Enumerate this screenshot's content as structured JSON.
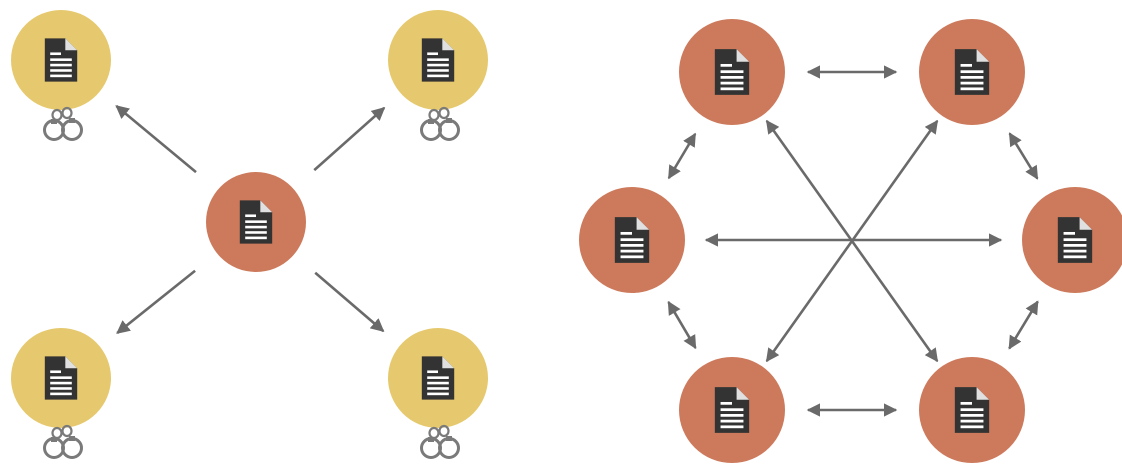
{
  "colors": {
    "background": "#ffffff",
    "source_node": "#cd7a5c",
    "locked_node": "#e6c96e",
    "document_icon": "#333333",
    "document_lines": "#ffffff",
    "arrow": "#6a6a6a",
    "lock_icon": "#7a7a7a"
  },
  "icons": {
    "document": "document-icon",
    "lock": "handcuffs-lock-icon"
  },
  "left_diagram": {
    "center_node": {
      "kind": "document",
      "color": "source_node"
    },
    "outer_nodes": [
      {
        "id": "top-left",
        "kind": "document",
        "color": "locked_node",
        "locked": true
      },
      {
        "id": "top-right",
        "kind": "document",
        "color": "locked_node",
        "locked": true
      },
      {
        "id": "bottom-left",
        "kind": "document",
        "color": "locked_node",
        "locked": true
      },
      {
        "id": "bottom-right",
        "kind": "document",
        "color": "locked_node",
        "locked": true
      }
    ],
    "edges": [
      {
        "from": "center",
        "to": "top-left",
        "direction": "one-way"
      },
      {
        "from": "center",
        "to": "top-right",
        "direction": "one-way"
      },
      {
        "from": "center",
        "to": "bottom-left",
        "direction": "one-way"
      },
      {
        "from": "center",
        "to": "bottom-right",
        "direction": "one-way"
      }
    ]
  },
  "right_diagram": {
    "nodes": [
      {
        "id": "top-left",
        "kind": "document",
        "color": "source_node"
      },
      {
        "id": "top-right",
        "kind": "document",
        "color": "source_node"
      },
      {
        "id": "left",
        "kind": "document",
        "color": "source_node"
      },
      {
        "id": "right",
        "kind": "document",
        "color": "source_node"
      },
      {
        "id": "bottom-left",
        "kind": "document",
        "color": "source_node"
      },
      {
        "id": "bottom-right",
        "kind": "document",
        "color": "source_node"
      }
    ],
    "edges": [
      {
        "from": "top-left",
        "to": "top-right",
        "direction": "two-way"
      },
      {
        "from": "top-right",
        "to": "right",
        "direction": "two-way"
      },
      {
        "from": "right",
        "to": "bottom-right",
        "direction": "two-way"
      },
      {
        "from": "bottom-right",
        "to": "bottom-left",
        "direction": "two-way"
      },
      {
        "from": "bottom-left",
        "to": "left",
        "direction": "two-way"
      },
      {
        "from": "left",
        "to": "top-left",
        "direction": "two-way"
      },
      {
        "from": "left",
        "to": "right",
        "direction": "two-way"
      },
      {
        "from": "top-left",
        "to": "bottom-right",
        "direction": "two-way"
      },
      {
        "from": "top-right",
        "to": "bottom-left",
        "direction": "two-way"
      }
    ]
  }
}
